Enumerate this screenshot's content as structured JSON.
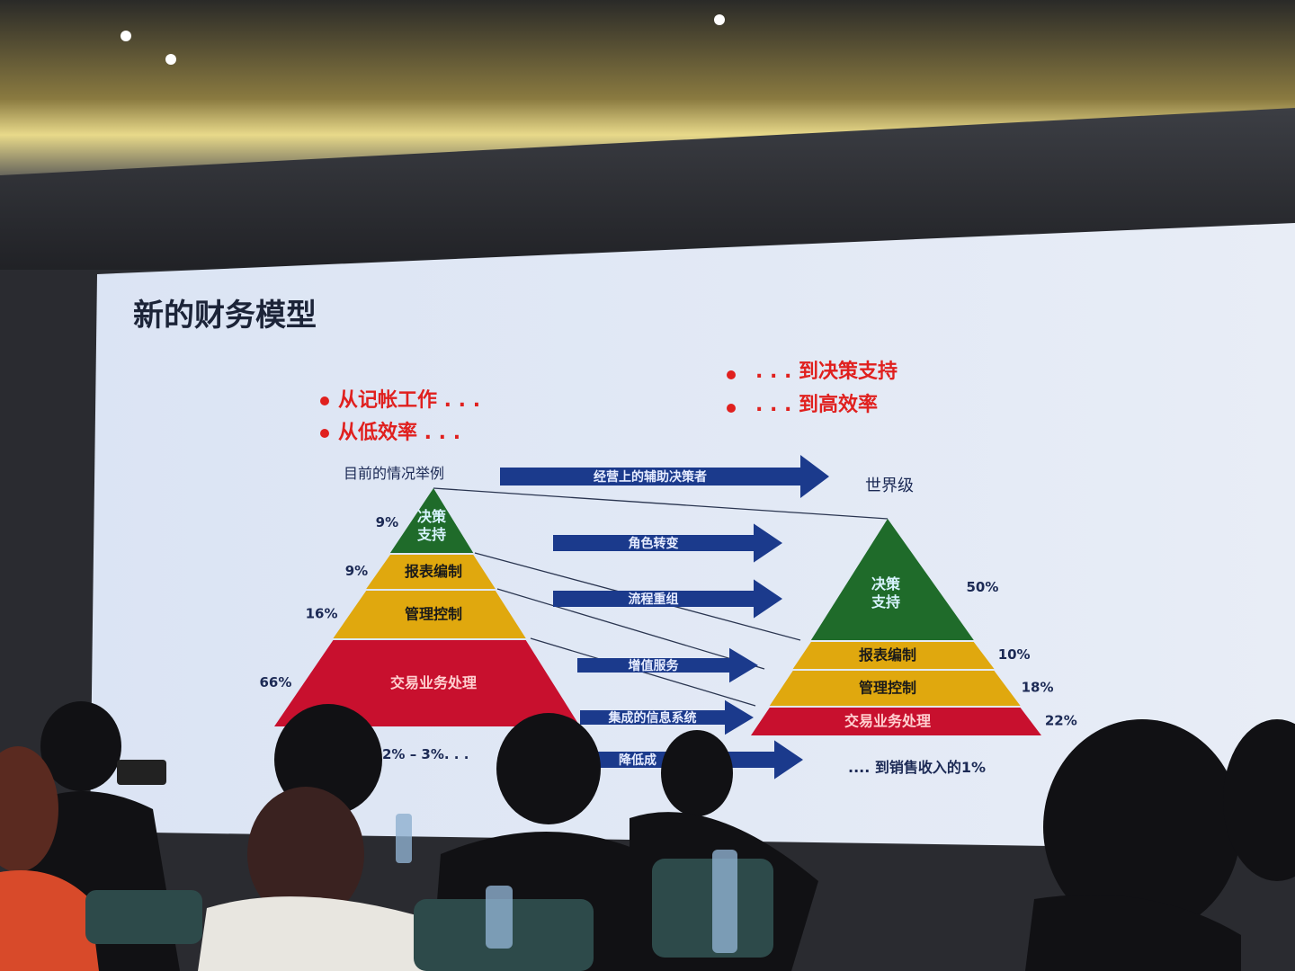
{
  "slide": {
    "title": "新的财务模型",
    "bullets_left": [
      "从记帐工作 . . .",
      "从低效率 . . ."
    ],
    "bullets_right": [
      ". . . 到决策支持",
      ". . . 到高效率"
    ],
    "current_label": "目前的情况举例",
    "world_label": "世界级",
    "left_pyramid": [
      {
        "label_lines": [
          "决策",
          "支持"
        ],
        "percent": "9%",
        "color": "#1f6b2a"
      },
      {
        "label_lines": [
          "报表编制"
        ],
        "percent": "9%",
        "color": "#e0a80e"
      },
      {
        "label_lines": [
          "管理控制"
        ],
        "percent": "16%",
        "color": "#e0a80e"
      },
      {
        "label_lines": [
          "交易业务处理"
        ],
        "percent": "66%",
        "color": "#c8102e"
      }
    ],
    "right_pyramid": [
      {
        "label_lines": [
          "决策",
          "支持"
        ],
        "percent": "50%",
        "color": "#1f6b2a"
      },
      {
        "label_lines": [
          "报表编制"
        ],
        "percent": "10%",
        "color": "#e0a80e"
      },
      {
        "label_lines": [
          "管理控制"
        ],
        "percent": "18%",
        "color": "#e0a80e"
      },
      {
        "label_lines": [
          "交易业务处理"
        ],
        "percent": "22%",
        "color": "#c8102e"
      }
    ],
    "arrows": [
      "经营上的辅助决策者",
      "角色转变",
      "流程重组",
      "增值服务",
      "集成的信息系统",
      "降低成"
    ],
    "cost_left": "2% – 3%. . .",
    "cost_right": ".... 到销售收入的1%",
    "colors": {
      "accent_red": "#e0201e",
      "arrow_blue": "#1b3a8c",
      "text_navy": "#1c2a55"
    }
  }
}
